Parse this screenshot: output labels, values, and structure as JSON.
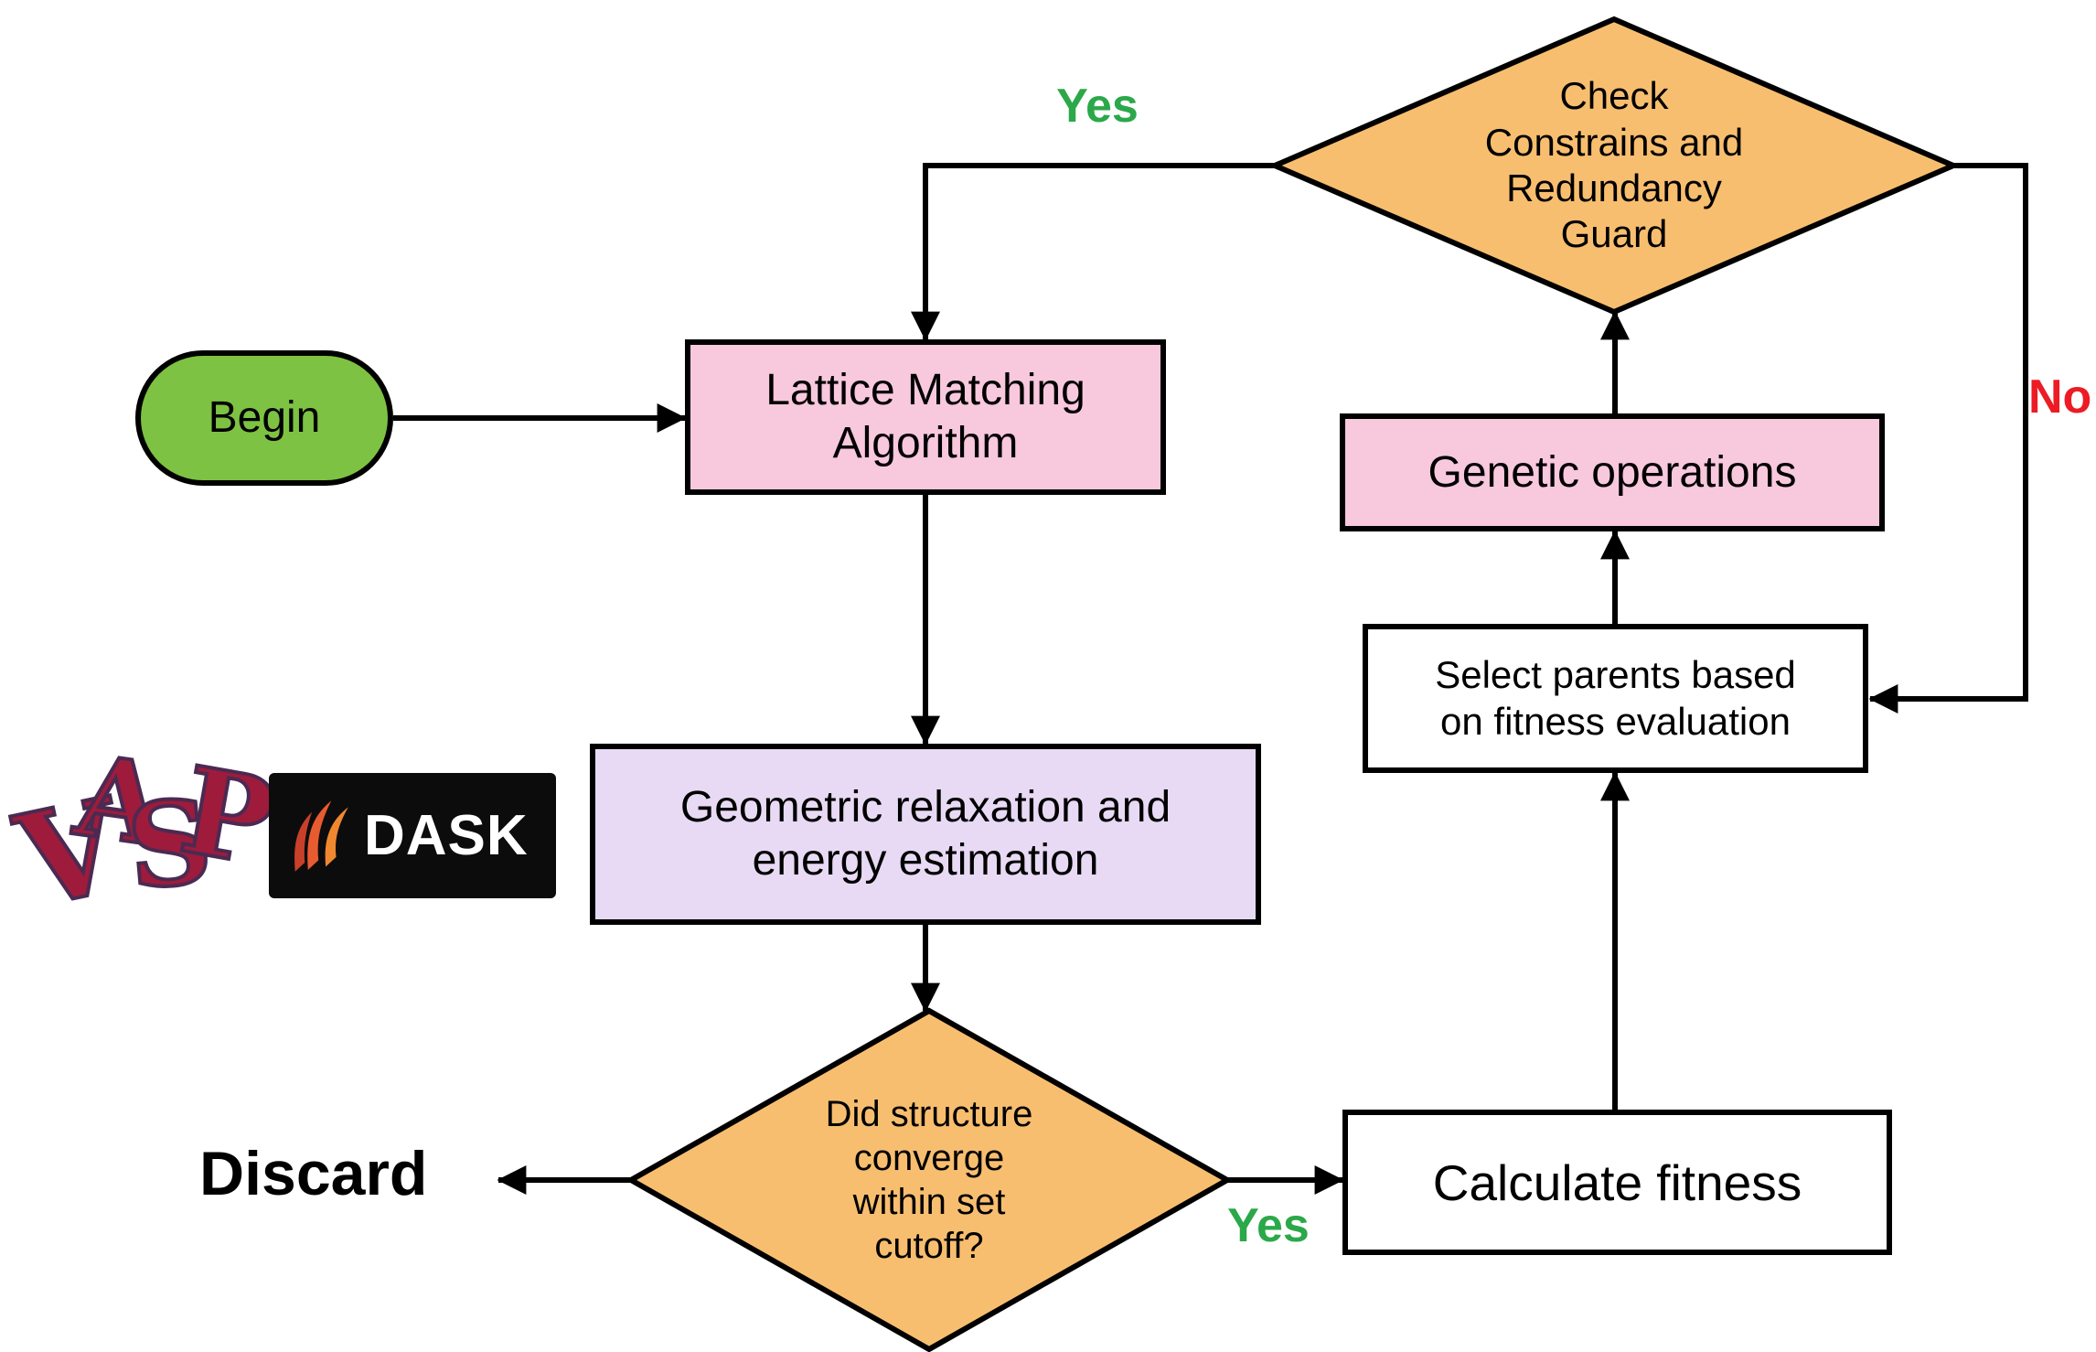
{
  "nodes": {
    "begin": {
      "label": "Begin"
    },
    "lattice": {
      "label": "Lattice Matching\nAlgorithm"
    },
    "geometric": {
      "label": "Geometric relaxation and\nenergy estimation"
    },
    "converge": {
      "label": "Did structure\nconverge\nwithin set\ncutoff?"
    },
    "discard": {
      "label": "Discard"
    },
    "calculate": {
      "label": "Calculate fitness"
    },
    "select": {
      "label": "Select parents based\non fitness evaluation"
    },
    "genetic": {
      "label": "Genetic operations"
    },
    "check": {
      "label": "Check\nConstrains and\nRedundancy\nGuard"
    }
  },
  "edge_labels": {
    "yes_top": "Yes",
    "yes_bottom": "Yes",
    "no_right": "No"
  },
  "logos": {
    "vasp_letters": [
      "V",
      "A",
      "S",
      "P"
    ],
    "dask": "DASK"
  },
  "colors": {
    "begin_fill": "#7DC243",
    "process_pink": "#F8C8DC",
    "process_lavender": "#E8DAF5",
    "decision_orange": "#F8BE6F",
    "box_white": "#FFFFFF",
    "yes_green": "#2BA84A",
    "no_red": "#EC1C24",
    "stroke_black": "#000000"
  }
}
